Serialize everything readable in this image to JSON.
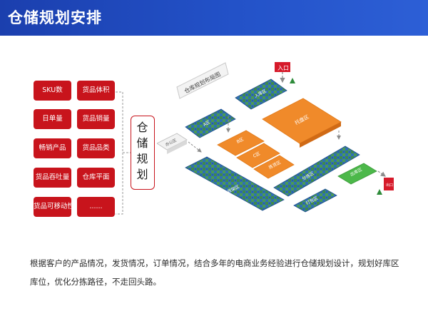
{
  "header": {
    "title": "仓储规划安排"
  },
  "factors": [
    "SKU数",
    "货品体积",
    "日单量",
    "货品销量",
    "畅销产品",
    "货品品类",
    "货品吞吐量",
    "仓库平面",
    "货品可移动性",
    "......"
  ],
  "plan_label": "仓储规划",
  "diagram": {
    "layout_label": "仓库规划布局图",
    "entrance_label": "入口",
    "exit_label": "出口",
    "zone_a": "A区",
    "zone_b": "B区",
    "zone_c": "C区",
    "pallet_zone": "托盘区",
    "shelf_zone": "货架区",
    "picking_zone": "拣货区",
    "inbound_zone": "入库区",
    "outbound_zone": "出库区",
    "sorting_zone": "分拣区",
    "packing_zone": "打包区",
    "office": "办公区"
  },
  "colors": {
    "accent_red": "#c8141c",
    "header_blue": "#1b3fae",
    "zone_orange": "#f08a2a",
    "zone_blue_green": "#2d7a5a"
  },
  "description": "根据客户的产品情况，发货情况，订单情况，结合多年的电商业务经验进行仓储规划设计，规划好库区库位，优化分拣路径，不走回头路。"
}
